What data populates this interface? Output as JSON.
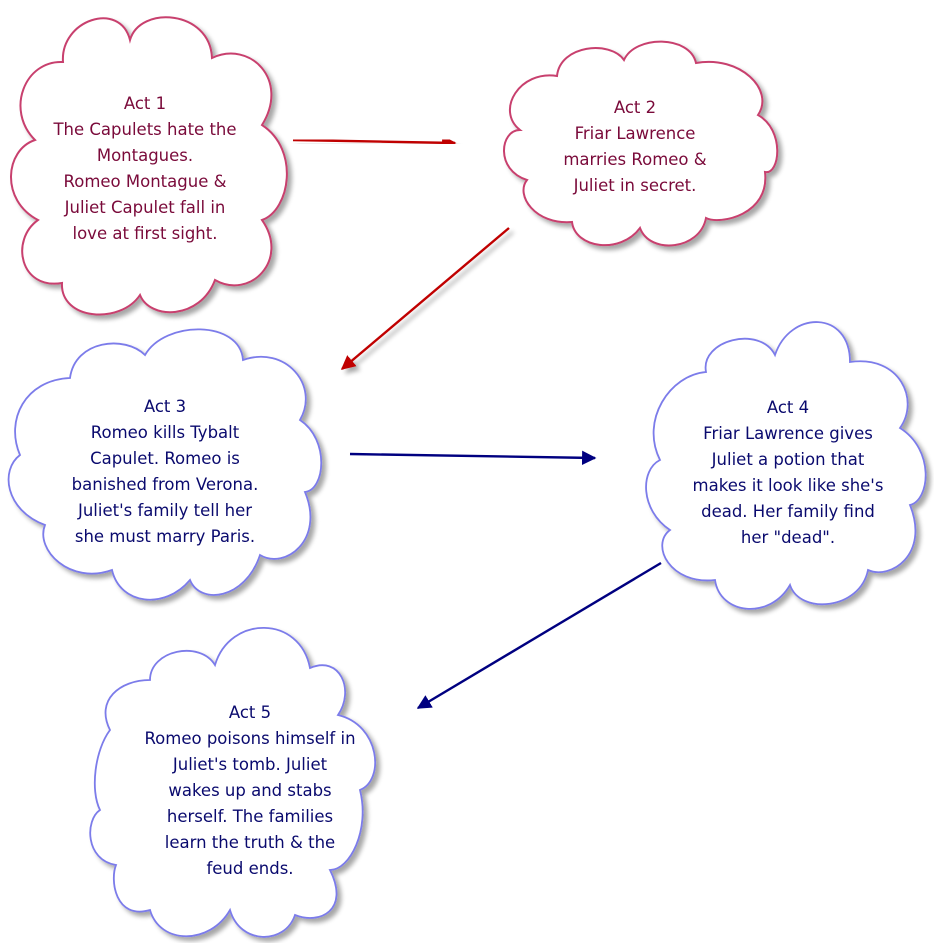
{
  "diagram": {
    "type": "flow",
    "colors": {
      "act_red_outline": "#c8406e",
      "act_red_text": "#7a0a3a",
      "arrow_red": "#c00000",
      "act_blue_outline": "#7b7bea",
      "act_blue_text": "#0a0a6e",
      "arrow_blue": "#000080"
    },
    "nodes": [
      {
        "id": "act1",
        "theme": "red",
        "title": "Act 1",
        "lines": [
          "The Capulets hate the",
          "Montagues.",
          "Romeo Montague &",
          "Juliet Capulet fall in",
          "love at first sight."
        ]
      },
      {
        "id": "act2",
        "theme": "red",
        "title": "Act 2",
        "lines": [
          "Friar Lawrence",
          "marries Romeo &",
          "Juliet in secret."
        ]
      },
      {
        "id": "act3",
        "theme": "blue",
        "title": "Act 3",
        "lines": [
          "Romeo kills Tybalt",
          "Capulet. Romeo is",
          "banished from Verona.",
          "Juliet's family tell her",
          "she must marry Paris."
        ]
      },
      {
        "id": "act4",
        "theme": "blue",
        "title": "Act 4",
        "lines": [
          "Friar Lawrence gives",
          "Juliet a potion that",
          "makes it look like she's",
          "dead. Her family find",
          "her \"dead\"."
        ]
      },
      {
        "id": "act5",
        "theme": "blue",
        "title": "Act 5",
        "lines": [
          "Romeo poisons himself in",
          "Juliet's tomb. Juliet",
          "wakes up and stabs",
          "herself. The families",
          "learn the truth & the",
          "feud ends."
        ]
      }
    ],
    "edges": [
      {
        "from": "act1",
        "to": "act2",
        "color": "red"
      },
      {
        "from": "act2",
        "to": "act3",
        "color": "red"
      },
      {
        "from": "act3",
        "to": "act4",
        "color": "blue"
      },
      {
        "from": "act4",
        "to": "act5",
        "color": "blue"
      }
    ]
  }
}
